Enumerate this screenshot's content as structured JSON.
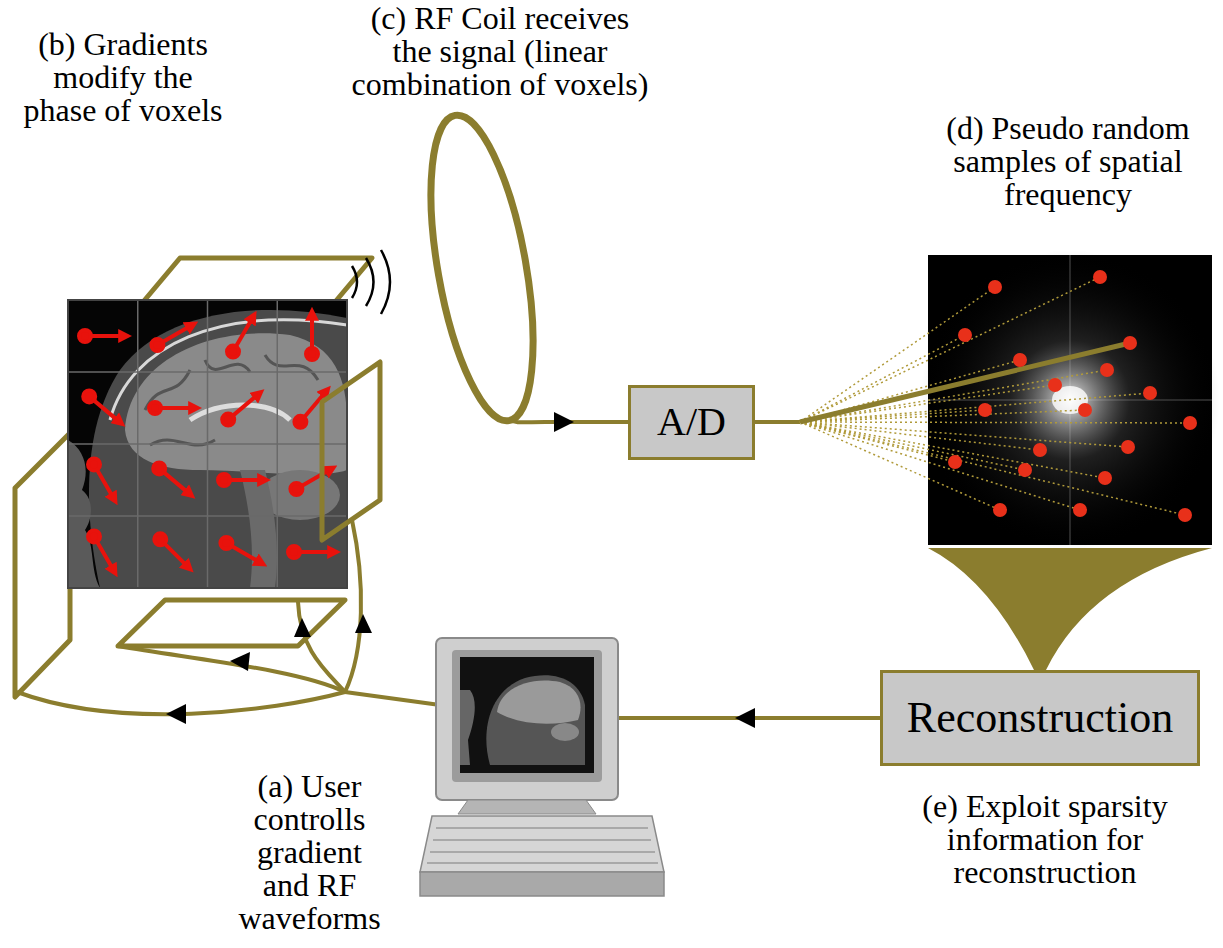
{
  "diagram": {
    "nodes": [
      {
        "text": [
          "A/D"
        ]
      },
      {
        "text": [
          "Reconstruction"
        ]
      }
    ],
    "labels": [
      "(b) Gradients modify the phase of voxels",
      "(c) RF Coil receives the signal (linear combination of voxels)",
      "(d) Pseudo random samples of spatial frequency",
      "(a) User controlls gradient and RF waveforms",
      "(e) Exploit sparsity information for reconstruction"
    ]
  }
}
